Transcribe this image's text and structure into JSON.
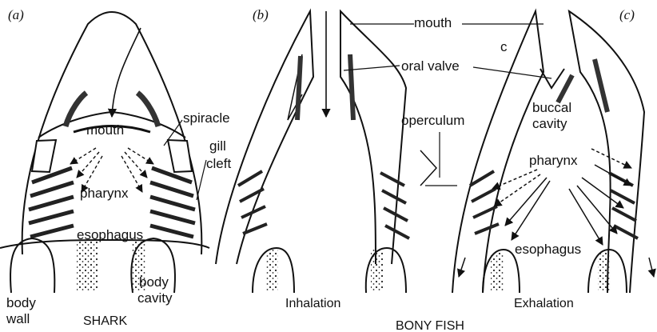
{
  "panels": {
    "a": "(a)",
    "b": "(b)",
    "c": "(c)"
  },
  "labels": {
    "a_mouth": "mouth",
    "spiracle": "spiracle",
    "gill": "gill",
    "cleft": "cleft",
    "a_pharynx": "pharynx",
    "a_esophagus": "esophagus",
    "body_cavity_1": "body",
    "body_cavity_2": "cavity",
    "body_wall_1": "body",
    "body_wall_2": "wall",
    "bc_mouth": "mouth",
    "c_marker": "c",
    "oral_valve": "oral valve",
    "operculum": "operculum",
    "buccal_1": "buccal",
    "buccal_2": "cavity",
    "c_pharynx": "pharynx",
    "c_esophagus": "esophagus"
  },
  "captions": {
    "shark": "SHARK",
    "inhalation": "Inhalation",
    "bony_fish": "BONY FISH",
    "exhalation": "Exhalation"
  }
}
